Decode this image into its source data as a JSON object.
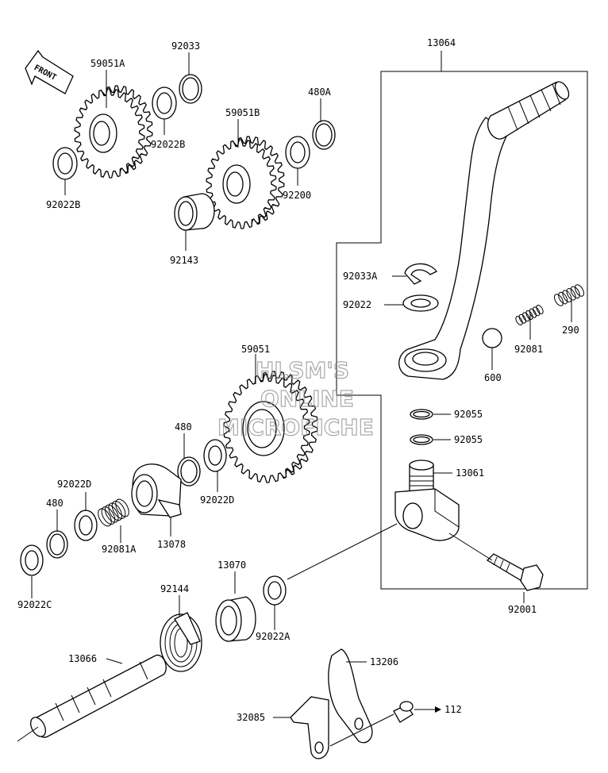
{
  "front_label": "FRONT",
  "watermark": [
    "HLSM'S",
    "ONLINE",
    "MICROFICHE"
  ],
  "parts": {
    "p13064": "13064",
    "p59051A": "59051A",
    "p92033": "92033",
    "p92022B_top": "92022B",
    "p92022B_left": "92022B",
    "p59051B": "59051B",
    "p480A": "480A",
    "p92200": "92200",
    "p92143": "92143",
    "p92033A": "92033A",
    "p92022": "92022",
    "p92081": "92081",
    "p290": "290",
    "p600": "600",
    "p59051": "59051",
    "p92055_a": "92055",
    "p92055_b": "92055",
    "p480": "480",
    "p92022D_right": "92022D",
    "p92022D_left": "92022D",
    "p480_left": "480",
    "p13061": "13061",
    "p92081A": "92081A",
    "p13078": "13078",
    "p92022C": "92022C",
    "p13070": "13070",
    "p92144": "92144",
    "p92022A": "92022A",
    "p92001": "92001",
    "p13066": "13066",
    "p13206": "13206",
    "p32085": "32085",
    "p112": "112"
  },
  "colors": {
    "ink": "#000000",
    "watermark": "#8a8a8a",
    "background": "#ffffff"
  }
}
